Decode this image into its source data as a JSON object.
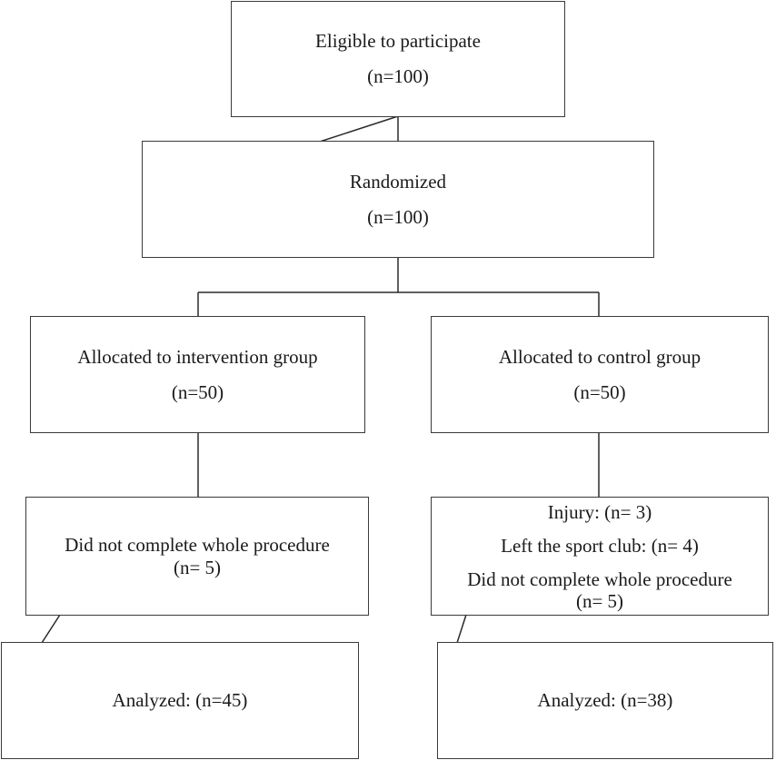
{
  "boxes": {
    "eligible": {
      "label": "Eligible to participate",
      "count": "(n=100)"
    },
    "randomized": {
      "label": "Randomized",
      "count": "(n=100)"
    },
    "intervention": {
      "label": "Allocated to intervention group",
      "count": "(n=50)"
    },
    "control": {
      "label": "Allocated to control group",
      "count": "(n=50)"
    },
    "intervention_dropout": {
      "label": "Did not complete whole procedure",
      "count": "(n= 5)"
    },
    "control_dropout": {
      "injury": "Injury: (n= 3)",
      "left": "Left the sport club: (n= 4)",
      "label": "Did not complete whole procedure",
      "count": "(n= 5)"
    },
    "intervention_analyzed": {
      "label": "Analyzed: (n=45)"
    },
    "control_analyzed": {
      "label": "Analyzed: (n=38)"
    }
  }
}
